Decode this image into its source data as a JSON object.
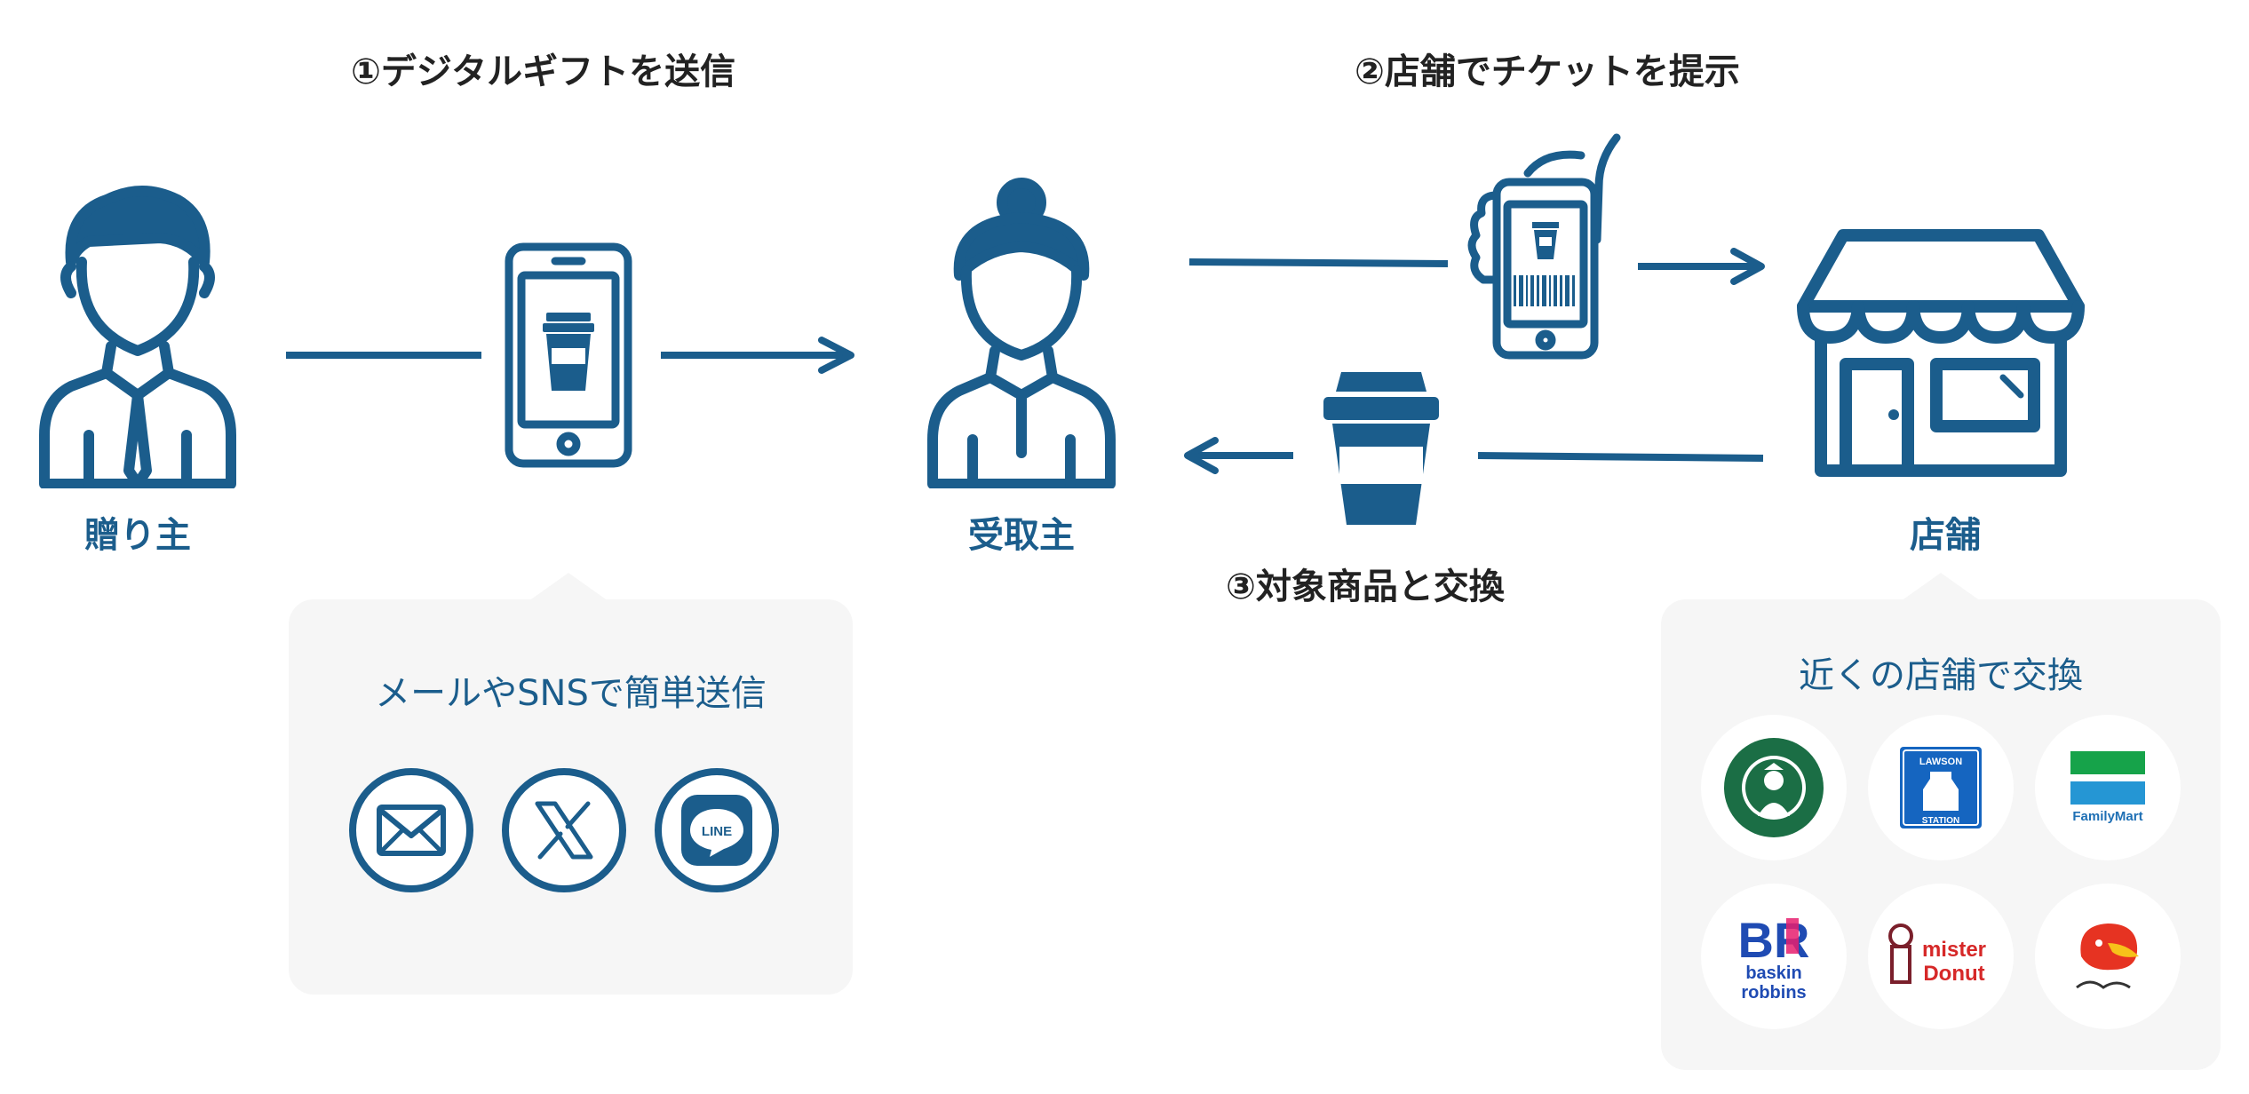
{
  "steps": {
    "send_gift": "①デジタルギフトを送信",
    "present_ticket": "②店舗でチケットを提示",
    "exchange": "③対象商品と交換"
  },
  "actors": {
    "giver": "贈り主",
    "receiver": "受取主",
    "store": "店舗"
  },
  "send_panel": {
    "title": "メールやSNSで簡単送信",
    "channels": [
      {
        "name": "mail",
        "icon": "mail-icon"
      },
      {
        "name": "x",
        "icon": "x-logo-icon"
      },
      {
        "name": "line",
        "icon": "line-logo-icon",
        "text": "LINE"
      }
    ]
  },
  "store_panel": {
    "title": "近くの店舗で交換",
    "brands": [
      {
        "name": "starbucks",
        "icon": "starbucks-logo-icon"
      },
      {
        "name": "lawson",
        "icon": "lawson-logo-icon",
        "text_top": "LAWSON",
        "text_bottom": "STATION"
      },
      {
        "name": "familymart",
        "icon": "familymart-logo-icon",
        "text": "FamilyMart"
      },
      {
        "name": "baskin-robbins",
        "icon": "baskin-robbins-logo-icon",
        "text_big": "BR",
        "text_line1": "baskin",
        "text_line2": "robbins"
      },
      {
        "name": "mister-donut",
        "icon": "mister-donut-logo-icon",
        "text_line1": "mister",
        "text_line2": "Donut"
      },
      {
        "name": "dennys",
        "icon": "dennys-logo-icon"
      }
    ]
  },
  "colors": {
    "primary": "#1b5d8c",
    "panel_bg": "#f6f6f6",
    "heading": "#222222"
  }
}
